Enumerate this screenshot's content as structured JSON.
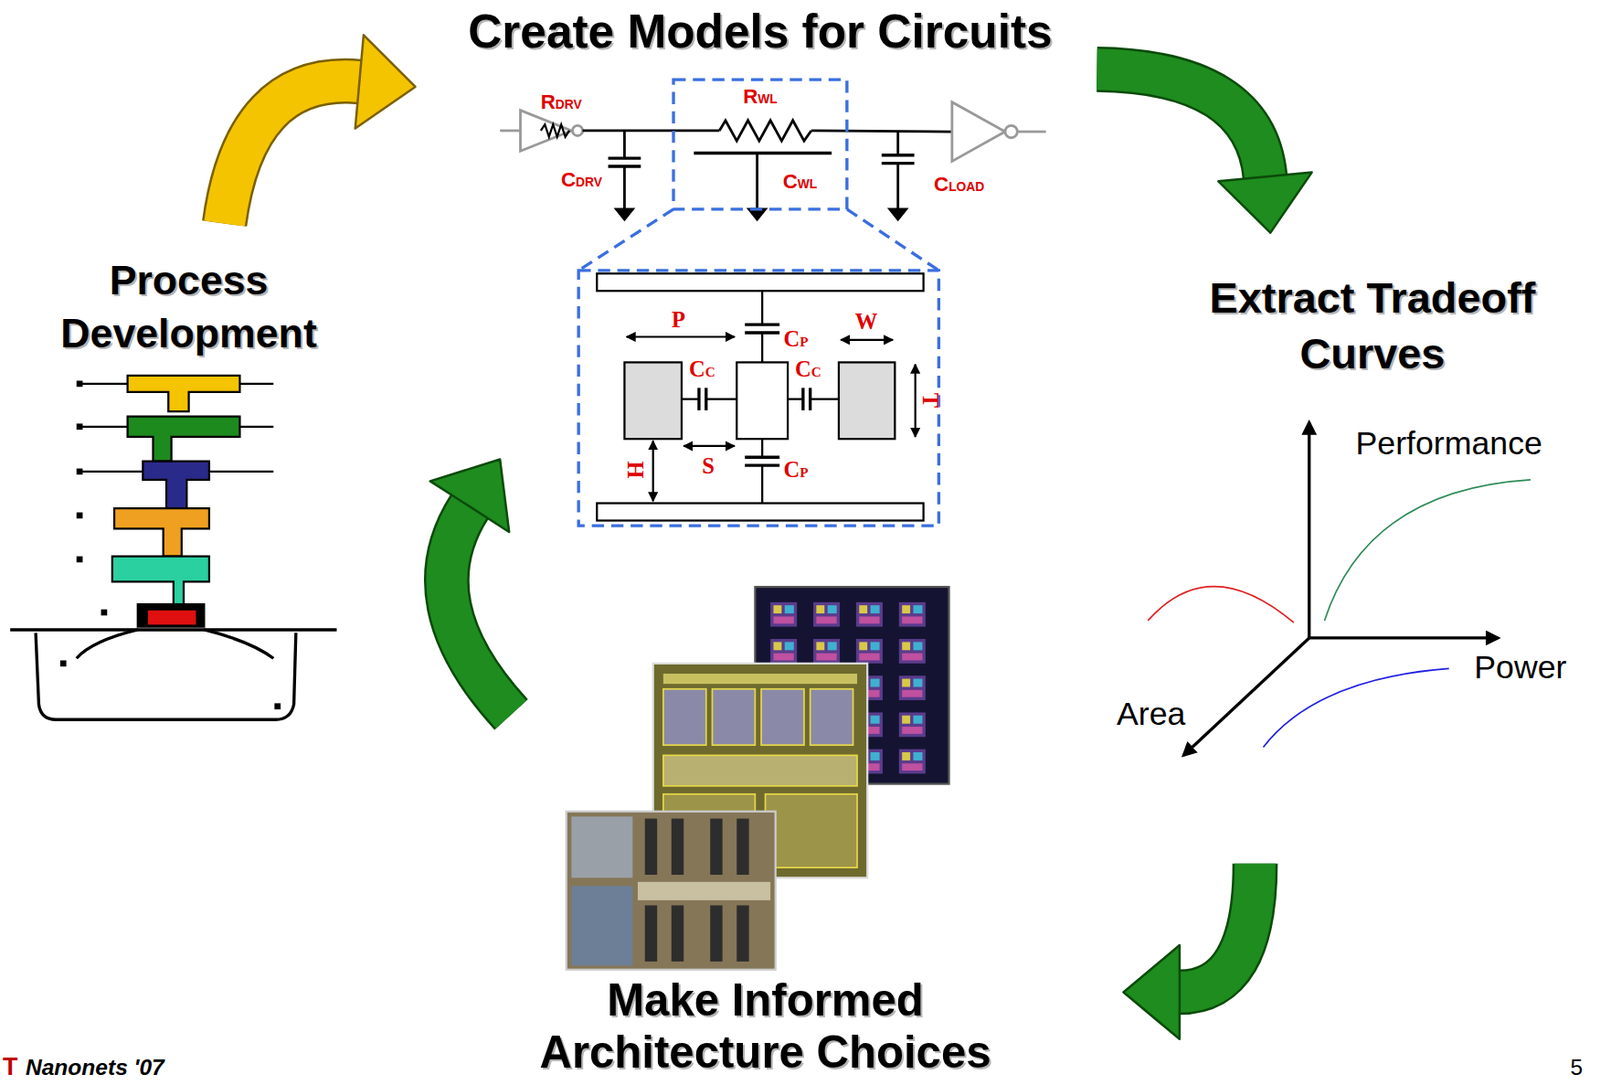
{
  "diagram": {
    "nodes": [
      {
        "text": [
          "Create Models for Circuits"
        ]
      },
      {
        "text": [
          "Process Development"
        ]
      },
      {
        "text": [
          "Extract Tradeoff Curves"
        ]
      },
      {
        "text": [
          "Make Informed Architecture Choices"
        ]
      }
    ],
    "edges": [
      {
        "from": 1,
        "to": 0,
        "arrow": "to"
      },
      {
        "from": 0,
        "to": 2,
        "arrow": "to"
      },
      {
        "from": 2,
        "to": 3,
        "arrow": "to"
      },
      {
        "from": 3,
        "to": 0,
        "arrow": "to"
      }
    ],
    "labels": [
      "RDRV",
      "RWL",
      "CDRV",
      "CWL",
      "CLOAD",
      "P",
      "W",
      "CP",
      "CC",
      "CC",
      "T",
      "H",
      "S",
      "CP",
      "Performance",
      "Power",
      "Area",
      "T",
      "Nanonets '07",
      "5"
    ]
  }
}
